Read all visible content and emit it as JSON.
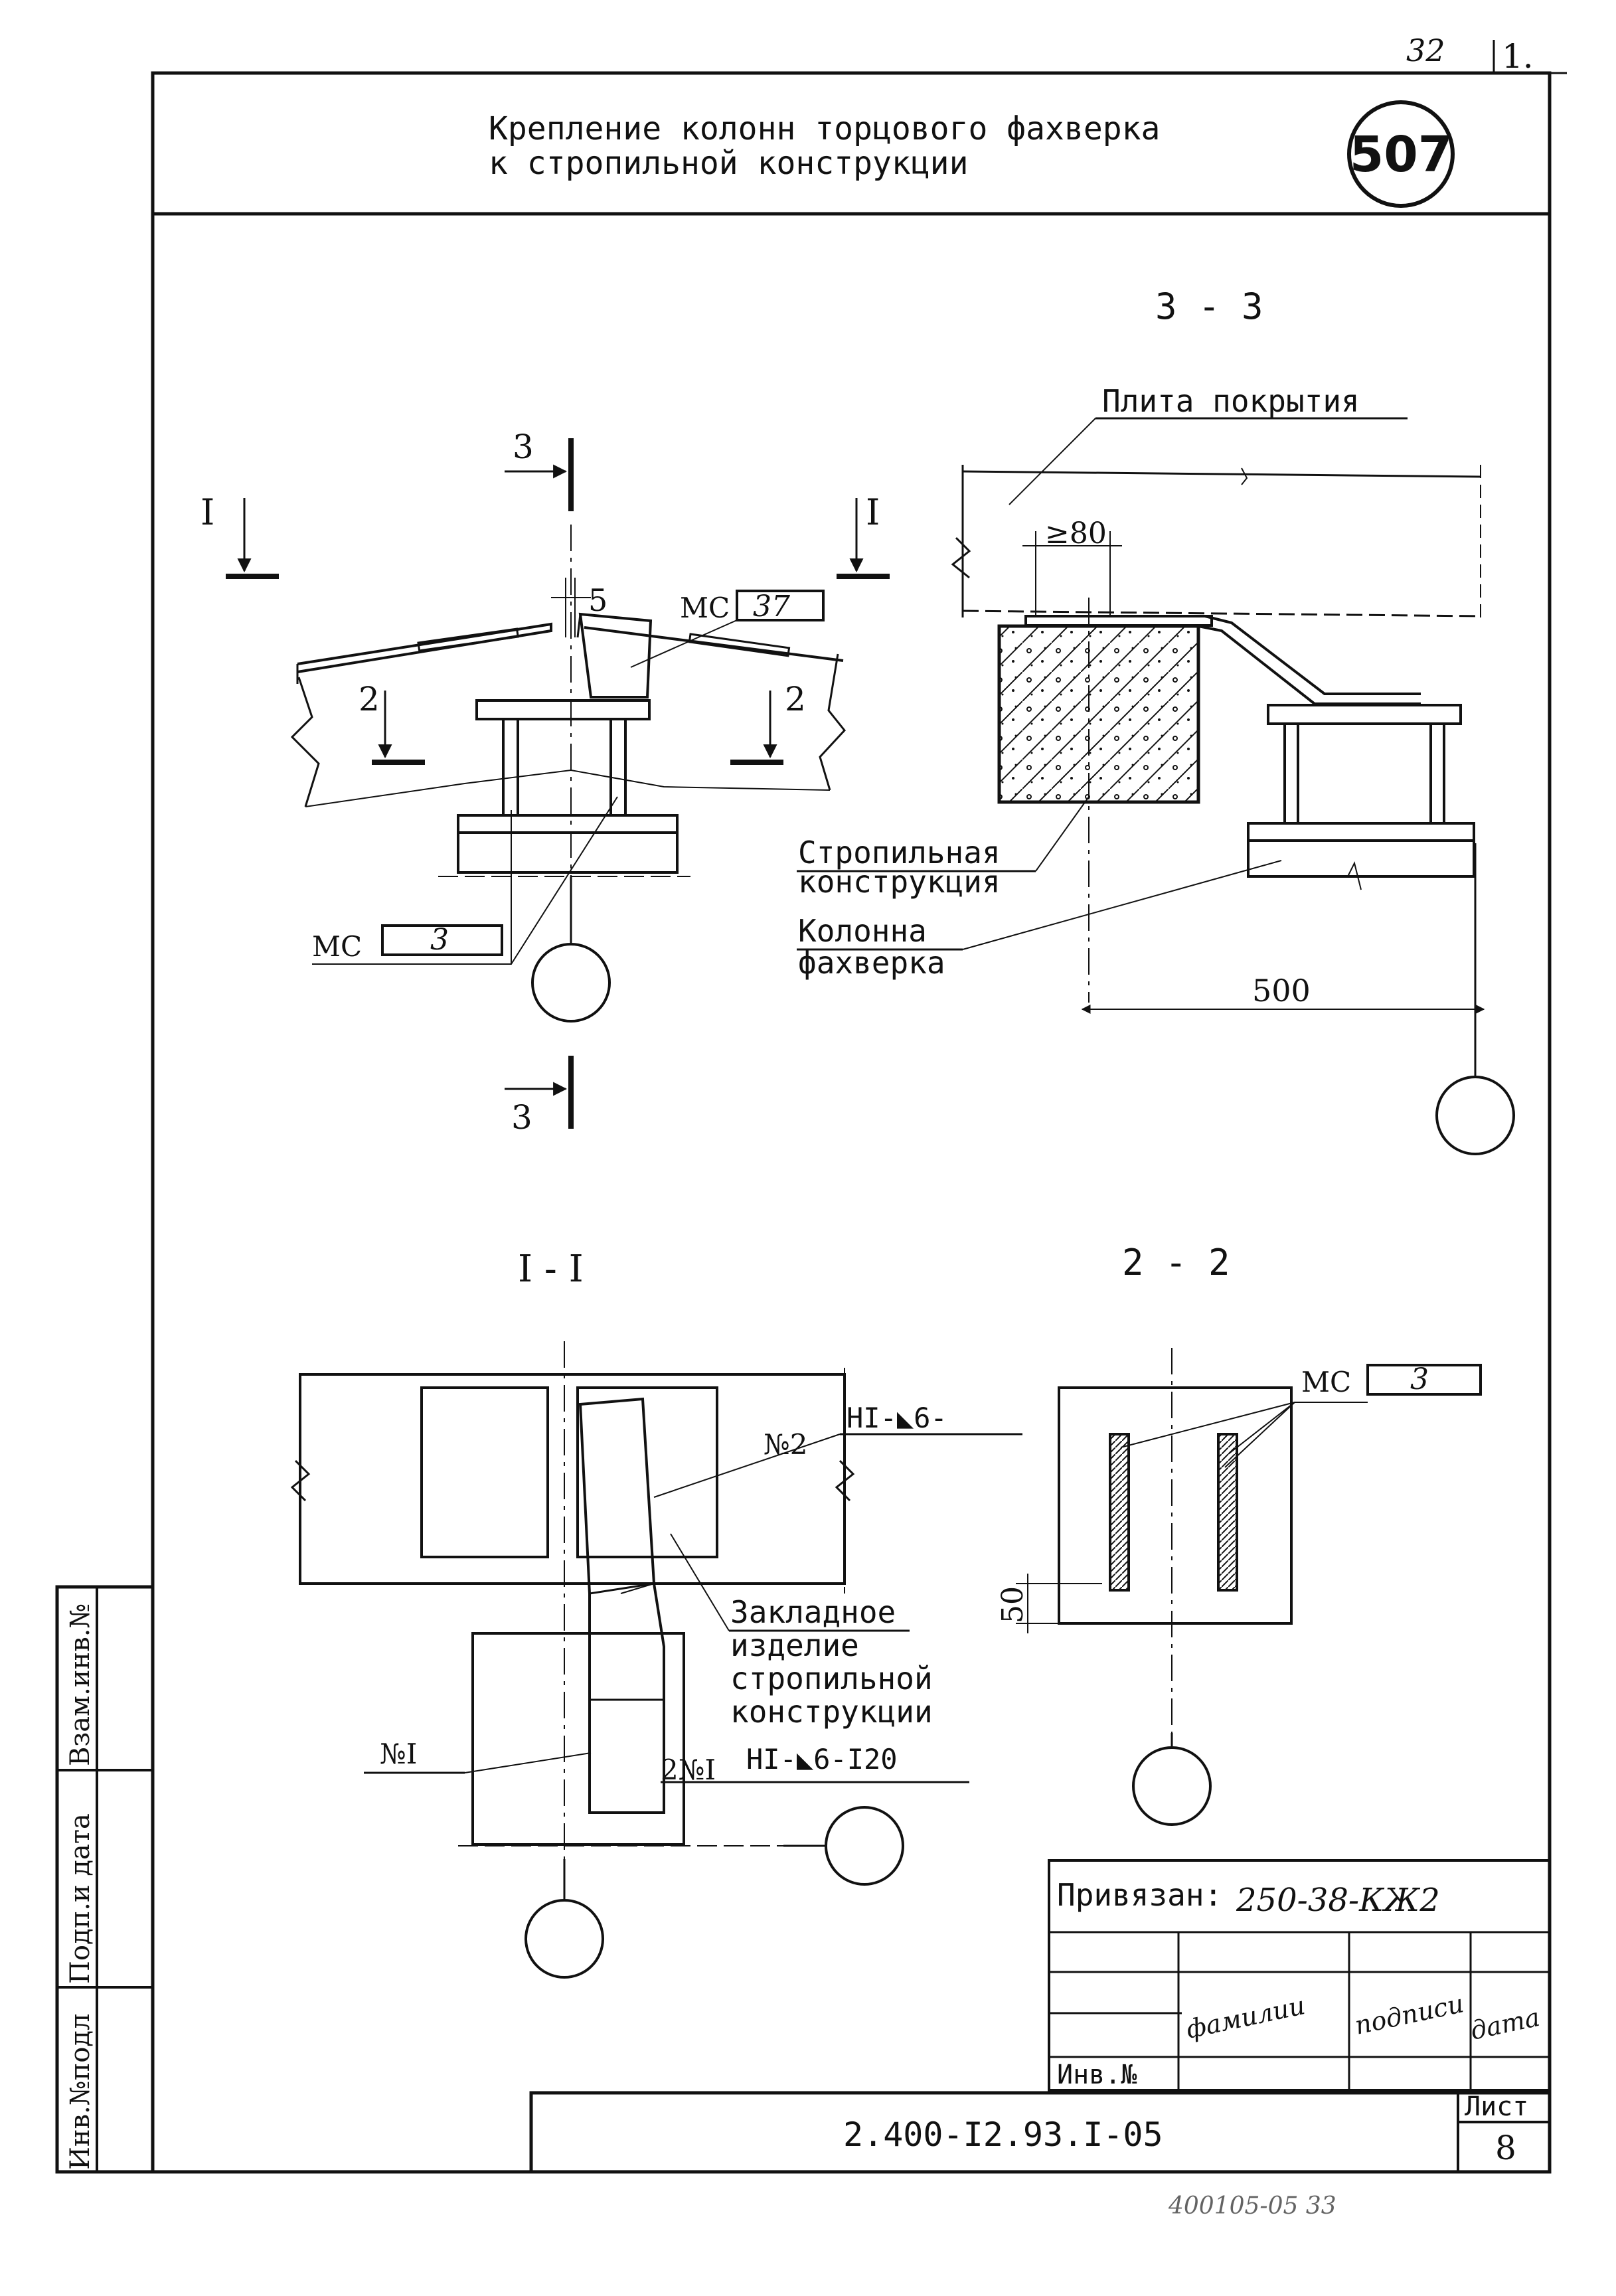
{
  "corner": {
    "sheet_number": "32",
    "mark": "1."
  },
  "header": {
    "title_line1": "Крепление колонн торцового фахверка",
    "title_line2": "к стропильной конструкции",
    "code": "507"
  },
  "views": {
    "plan": {
      "section_3": "3",
      "section_1": "I",
      "section_2": "2",
      "gap_dim": "5",
      "ms_label": "МС",
      "ms_37": "37",
      "ms_3": "3"
    },
    "s33": {
      "title": "3 - 3",
      "plate_label": "Плита покрытия",
      "min_dim": "≥80",
      "truss_line1": "Стропильная",
      "truss_line2": "конструкция",
      "col_line1": "Колонна",
      "col_line2": "фахверка",
      "span_dim": "500"
    },
    "s11": {
      "title": "I - I",
      "n2": "№2",
      "weld1": "НI-◣6-",
      "embed_line1": "Закладное",
      "embed_line2": "изделие",
      "embed_line3": "стропильной",
      "embed_line4": "конструкции",
      "n1": "№I",
      "weld2_prefix": "2№I",
      "weld2": "НI-◣6-I20"
    },
    "s22": {
      "title": "2 - 2",
      "ms_label": "МС",
      "ms_3": "3",
      "dim_50": "50"
    }
  },
  "side_stamp": {
    "col1": "Инв.№подл",
    "col2": "Подп.и дата",
    "col3": "Взам.инв.№"
  },
  "binding": {
    "label": "Привязан:",
    "value": "250-38-КЖ2",
    "h_names": "фамилии",
    "h_sign": "подписи",
    "h_date": "дата",
    "inv": "Инв.№"
  },
  "title_block": {
    "doc": "2.400-I2.93.I-05",
    "sheet_label": "Лист",
    "sheet": "8"
  },
  "footer_note": "400105-05   33"
}
